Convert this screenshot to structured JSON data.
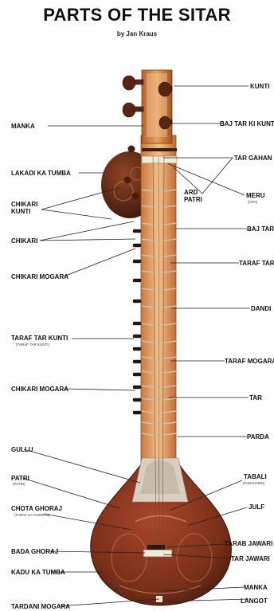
{
  "title": "PARTS OF THE SITAR",
  "subtitle": "by Jan Kraus",
  "labels": {
    "manka_top": "MANKA",
    "lakadi_ka_tumba": "LAKADI KA TUMBA",
    "chikari_kunti": "CHIKARI\nKUNTI",
    "chikari": "CHIKARI",
    "chikari_mogara_1": "CHIKARI MOGARA",
    "taraf_tar_kunti": "TARAF TAR KUNTI",
    "taraf_tar_kunti_sub": "(TARAF TAR KUNTI)",
    "chikari_mogara_2": "CHIKARI MOGARA",
    "gullu": "GULLU",
    "patri_left": "PATRI",
    "patri_left_sub": "(PATRI)",
    "chota_ghoraj": "CHOTA GHORAJ",
    "chota_ghoraj_sub": "(TARAF KA GHORAJ)",
    "bada_ghoraj": "BADA GHORAJ",
    "kadu_ka_tumba": "KADU KA TUMBA",
    "tardani_mogara": "TARDANI MOGARA",
    "kunti": "KUNTI",
    "baj_tar_ki_kunti": "BAJ TAR KI KUNTI",
    "tar_gahan": "TAR GAHAN",
    "ard_patri": "ARD\nPATRI",
    "meru": "MERU",
    "meru_sub": "(ARA)",
    "baj_tar": "BAJ TAR",
    "taraf_tar": "TARAF TAR",
    "dandi": "DANDI",
    "taraf_mogara": "TARAF MOGARA",
    "tar": "TAR",
    "parda": "PARDA",
    "tabali": "TABALI",
    "tabali_sub": "(TABAHARD)",
    "julf": "JULF",
    "tarab_jawari": "TARAB JAWARI",
    "tar_jawari": "TAR JAWARI",
    "manka_bottom": "MANKA",
    "langot": "LANGOT"
  },
  "colors": {
    "wood_dark": "#5a2614",
    "wood_mid": "#8a3a22",
    "neck": "#e8a66a",
    "neck_light": "#f6c996",
    "fret": "#c9c0a8",
    "line": "#222222"
  }
}
